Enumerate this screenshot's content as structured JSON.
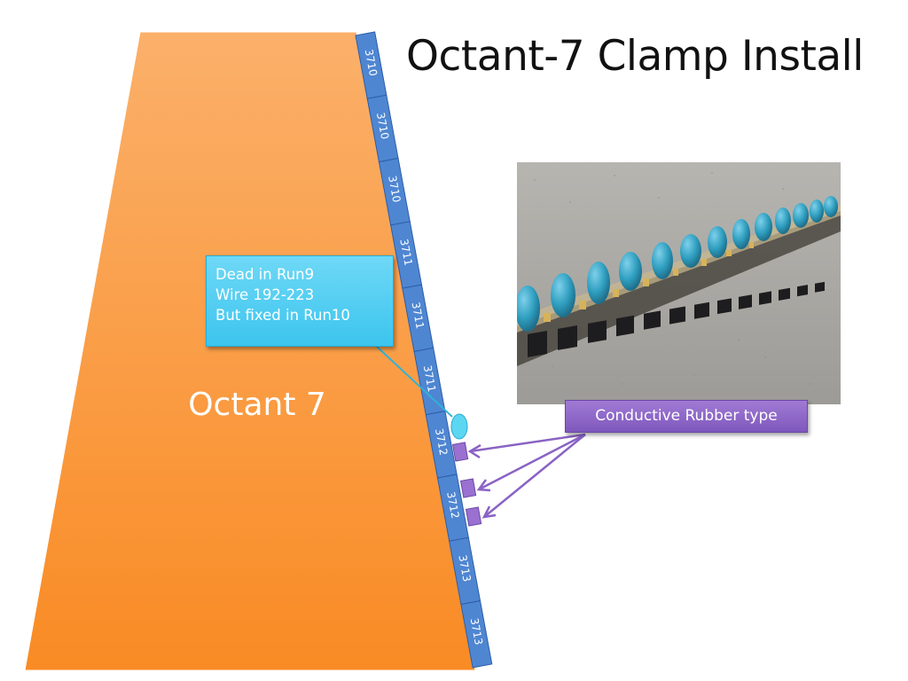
{
  "title": "Octant-7 Clamp Install",
  "octant_label": "Octant 7",
  "strip_segments": [
    "3710",
    "3710",
    "3710",
    "3711",
    "3711",
    "3711",
    "3712",
    "3712",
    "3713",
    "3713"
  ],
  "callout": {
    "line1": "Dead in Run9",
    "line2": "Wire 192-223",
    "line3": "But fixed in Run10"
  },
  "rubber_label": "Conductive Rubber type",
  "colors": {
    "octant_fill_top": "#fbb06a",
    "octant_fill_bottom": "#f98b24",
    "strip": "#4f86d2",
    "callout": "#4fcdf2",
    "purple": "#8f67c8",
    "photo_bead": "#2f9fc0"
  }
}
